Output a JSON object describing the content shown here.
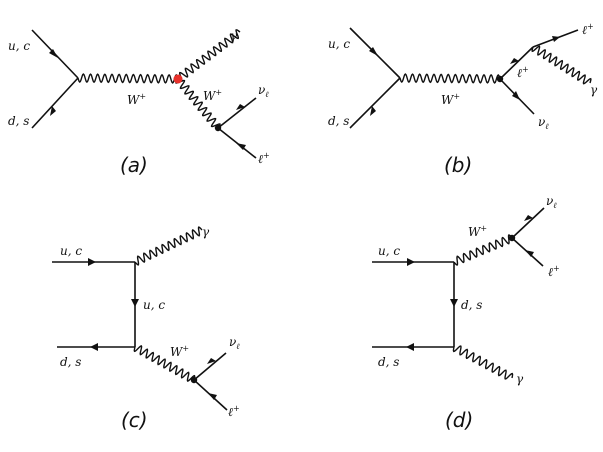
{
  "colors": {
    "line": "#111111",
    "highlight_vertex": "#e8312b"
  },
  "panels": {
    "a": {
      "caption": "(a)",
      "labels": {
        "q_in": "u, c",
        "qbar_in": "d, s",
        "w_prop": "W",
        "w_prop_sup": "+",
        "w_out": "W",
        "w_out_sup": "+",
        "photon": "γ",
        "nu": "ν",
        "nu_sub": "ℓ",
        "lep": "ℓ",
        "lep_sup": "+"
      }
    },
    "b": {
      "caption": "(b)",
      "labels": {
        "q_in": "u, c",
        "qbar_in": "d, s",
        "w_prop": "W",
        "w_prop_sup": "+",
        "lep_top": "ℓ",
        "lep_top_sup": "+",
        "lep_mid": "ℓ",
        "lep_mid_sup": "+",
        "photon": "γ",
        "nu": "ν",
        "nu_sub": "ℓ"
      }
    },
    "c": {
      "caption": "(c)",
      "labels": {
        "q_in": "u, c",
        "q_prop": "u, c",
        "qbar_in": "d, s",
        "photon": "γ",
        "w_out": "W",
        "w_out_sup": "+",
        "nu": "ν",
        "nu_sub": "ℓ",
        "lep": "ℓ",
        "lep_sup": "+"
      }
    },
    "d": {
      "caption": "(d)",
      "labels": {
        "q_in": "u, c",
        "q_prop": "d, s",
        "qbar_in": "d, s",
        "photon": "γ",
        "w_out": "W",
        "w_out_sup": "+",
        "nu": "ν",
        "nu_sub": "ℓ",
        "lep": "ℓ",
        "lep_sup": "+"
      }
    }
  }
}
